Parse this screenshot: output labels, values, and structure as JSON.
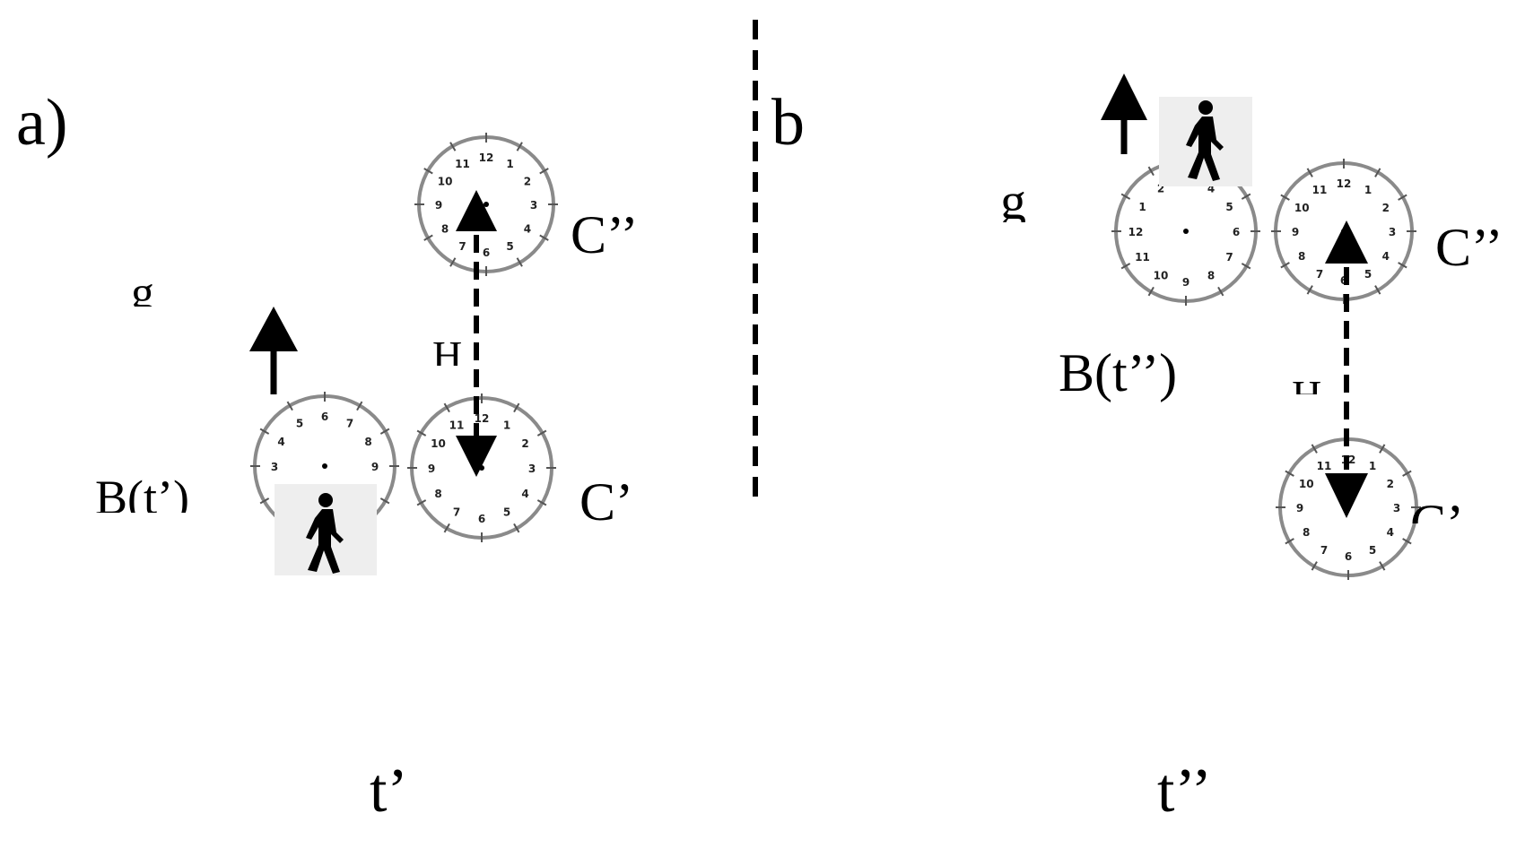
{
  "panels": {
    "a": {
      "label": "a)",
      "gravity": "g",
      "height": "H",
      "clock_upper": "C’’",
      "clock_lower": "C’",
      "walker_clock": "B(t’)",
      "time": "t’"
    },
    "b": {
      "label": "b",
      "gravity": "g",
      "height": "H",
      "clock_upper": "C’’",
      "clock_lower": "C’",
      "walker_clock": "B(t’’)",
      "time": "t’’"
    }
  },
  "clock_numerals": [
    "12",
    "1",
    "2",
    "3",
    "4",
    "5",
    "6",
    "7",
    "8",
    "9",
    "10",
    "11"
  ],
  "colors": {
    "ink": "#000000",
    "dial": "#8a8a8a",
    "figure_bg": "#eeeeee"
  },
  "icons": {
    "walker": "walking-person-icon",
    "arrow": "arrow-up-icon"
  }
}
